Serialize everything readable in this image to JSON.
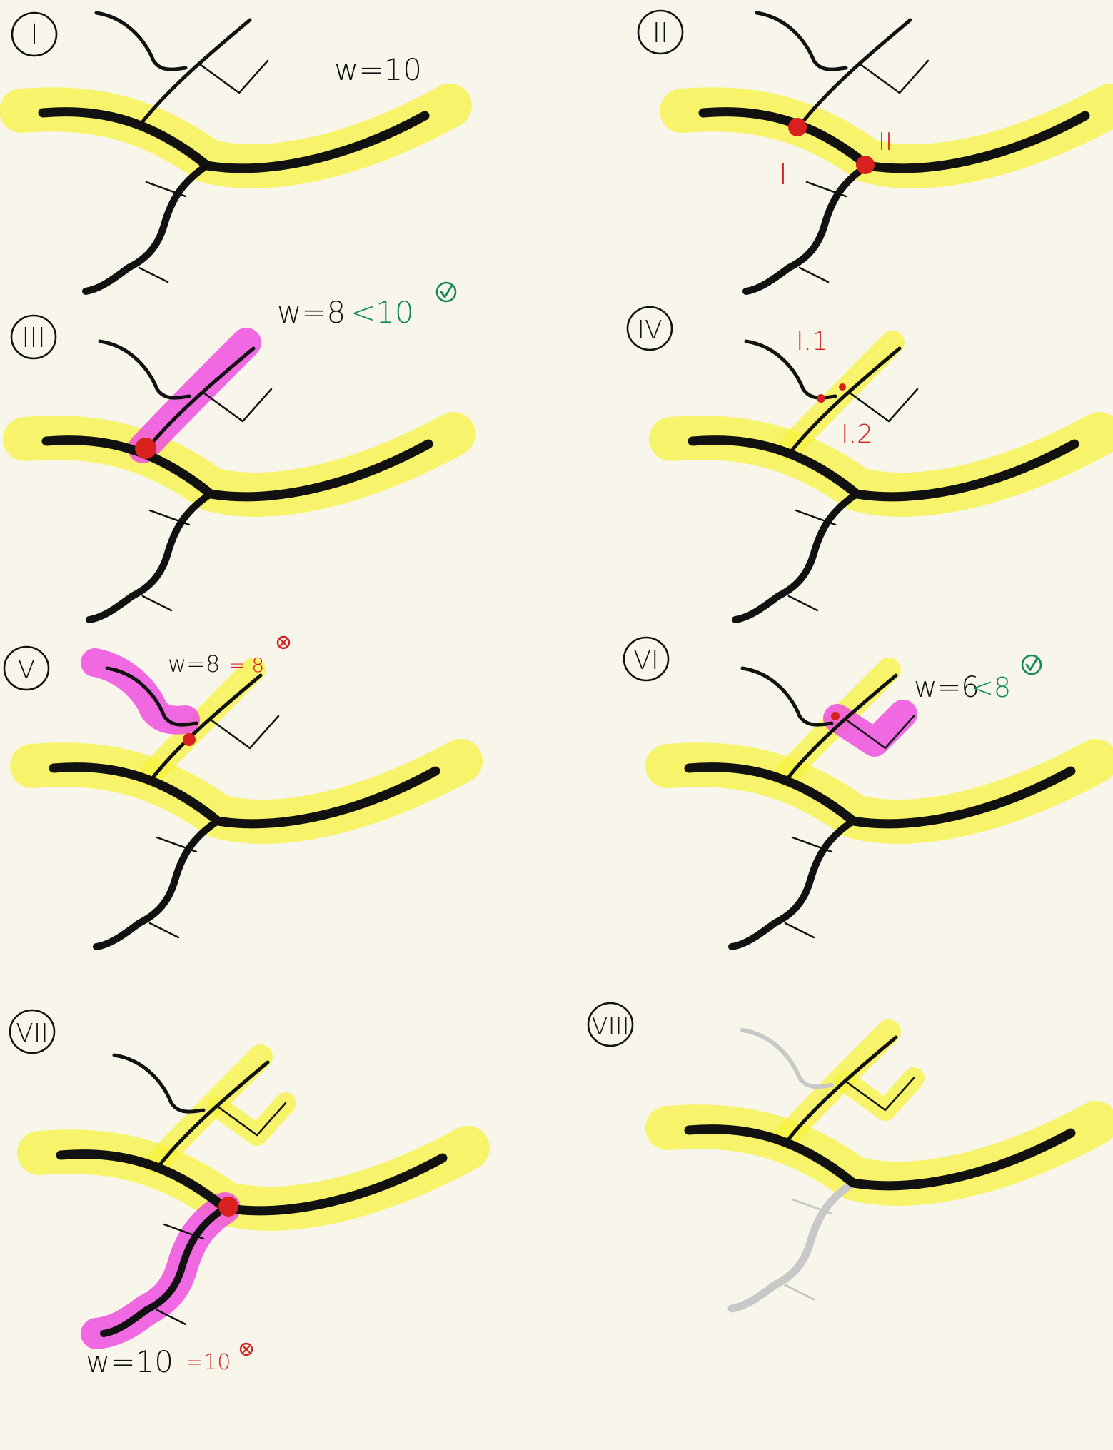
{
  "colors": {
    "background": "#f8f6ea",
    "highlight": "#f6f23a",
    "candidate": "#ee4fe0",
    "junction": "#d8201e",
    "branch": "#111111",
    "accept": "#128a5a",
    "reject": "#d42020",
    "removed": "#c8c8c8"
  },
  "panels": [
    {
      "id": "p1",
      "step": "I",
      "labels": [
        {
          "text": "w=10",
          "color": "black"
        }
      ]
    },
    {
      "id": "p2",
      "step": "II",
      "junction_labels": [
        "I",
        "II"
      ]
    },
    {
      "id": "p3",
      "step": "III",
      "weight": "w=8",
      "comparison": "<10",
      "result": "accept",
      "result_icon": "check-circle-icon"
    },
    {
      "id": "p4",
      "step": "IV",
      "junction_labels": [
        "I.1",
        "I.2"
      ]
    },
    {
      "id": "p5",
      "step": "V",
      "weight": "w=8",
      "comparison": "= 8",
      "result": "reject",
      "result_icon": "cross-circle-icon"
    },
    {
      "id": "p6",
      "step": "VI",
      "weight": "w=6",
      "comparison": "<8",
      "result": "accept",
      "result_icon": "check-circle-icon"
    },
    {
      "id": "p7",
      "step": "VII",
      "weight": "w=10",
      "comparison": "=10",
      "result": "reject",
      "result_icon": "cross-circle-icon"
    },
    {
      "id": "p8",
      "step": "VIII"
    }
  ]
}
